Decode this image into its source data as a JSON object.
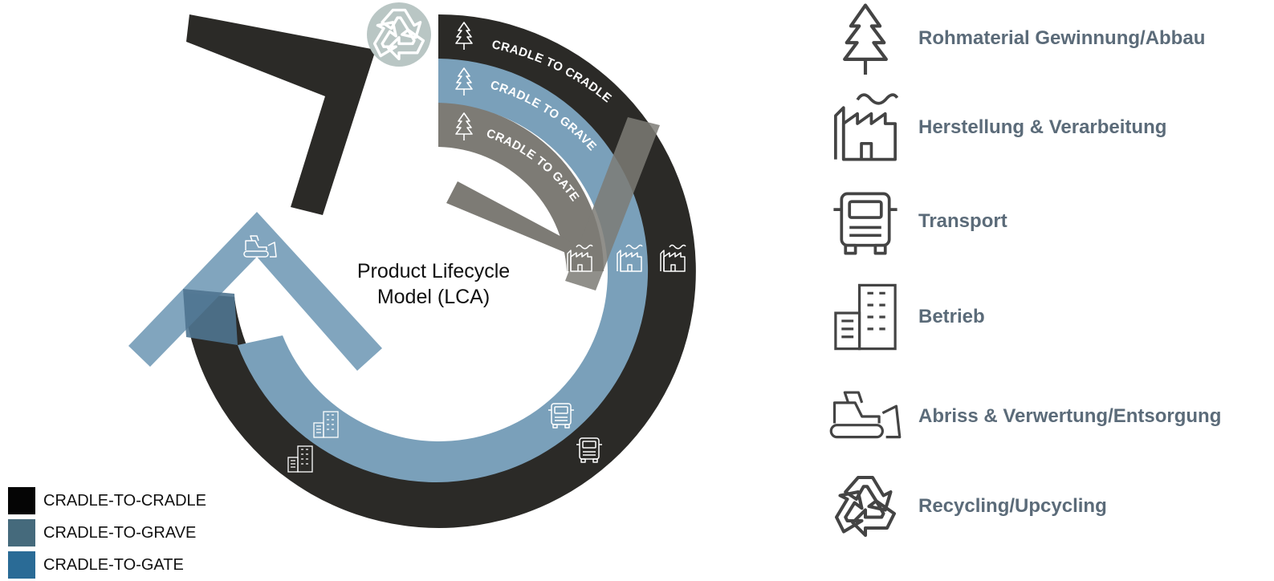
{
  "diagram": {
    "center_title_line1": "Product Lifecycle",
    "center_title_line2": "Model (LCA)",
    "bands": [
      {
        "name": "cradle-to-cradle",
        "label": "CRADLE TO CRADLE",
        "color": "#2b2a27"
      },
      {
        "name": "cradle-to-grave",
        "label": "CRADLE TO GRAVE",
        "color": "#7aa0ba"
      },
      {
        "name": "cradle-to-gate",
        "label": "CRADLE TO GATE",
        "color": "#7d7b75"
      }
    ],
    "recycle_icon": "recycle-icon"
  },
  "legend": {
    "items": [
      {
        "label": "CRADLE-TO-CRADLE",
        "color": "#050505"
      },
      {
        "label": "CRADLE-TO-GRAVE",
        "color": "#456a7c"
      },
      {
        "label": "CRADLE-TO-GATE",
        "color": "#2a6b96"
      }
    ]
  },
  "keys": {
    "items": [
      {
        "icon": "tree-icon",
        "label": "Rohmaterial Gewinnung/Abbau"
      },
      {
        "icon": "factory-icon",
        "label": "Herstellung & Verarbeitung"
      },
      {
        "icon": "truck-icon",
        "label": "Transport"
      },
      {
        "icon": "building-icon",
        "label": "Betrieb"
      },
      {
        "icon": "bulldozer-icon",
        "label": "Abriss & Verwertung/Entsorgung"
      },
      {
        "icon": "recycle-icon",
        "label": "Recycling/Upcycling"
      }
    ]
  }
}
